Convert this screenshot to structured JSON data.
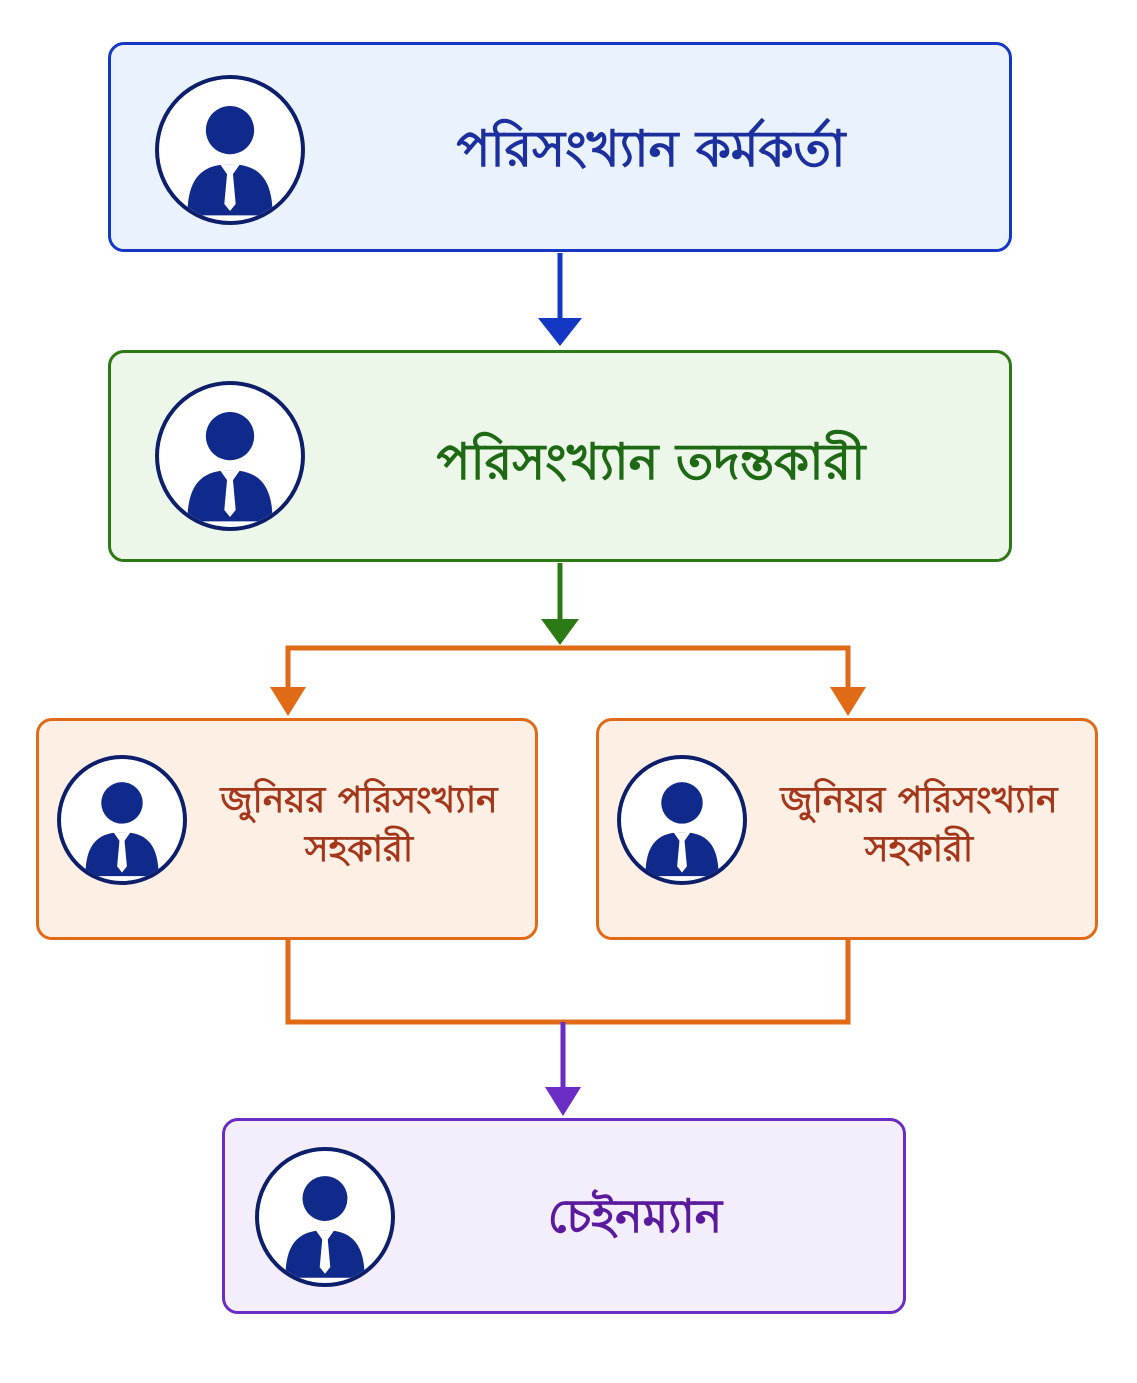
{
  "nodes": {
    "officer": {
      "title": "পরিসংখ্যান কর্মকর্তা",
      "icon": "person-icon",
      "color": "#1b2f9e",
      "fill": "#eaf3fd"
    },
    "investigator": {
      "title": "পরিসংখ্যান তদন্তকারী",
      "icon": "person-icon",
      "color": "#1e6a14",
      "fill": "#edf7e9"
    },
    "junior_left": {
      "title_line1": "জুনিয়র পরিসংখ্যান",
      "title_line2": "সহকারী",
      "icon": "person-icon",
      "color": "#a4361a",
      "fill": "#fdefe4"
    },
    "junior_right": {
      "title_line1": "জুনিয়র পরিসংখ্যান",
      "title_line2": "সহকারী",
      "icon": "person-icon",
      "color": "#a4361a",
      "fill": "#fdefe4"
    },
    "chainman": {
      "title": "চেইনম্যান",
      "icon": "person-icon",
      "color": "#5a1a9e",
      "fill": "#f3edfc"
    }
  },
  "connector_colors": {
    "officer_to_investigator": "#1438c4",
    "investigator_to_juniors": "#2c7a15",
    "junior_branches": "#e06a16",
    "juniors_to_chainman": "#6a2cc4"
  }
}
